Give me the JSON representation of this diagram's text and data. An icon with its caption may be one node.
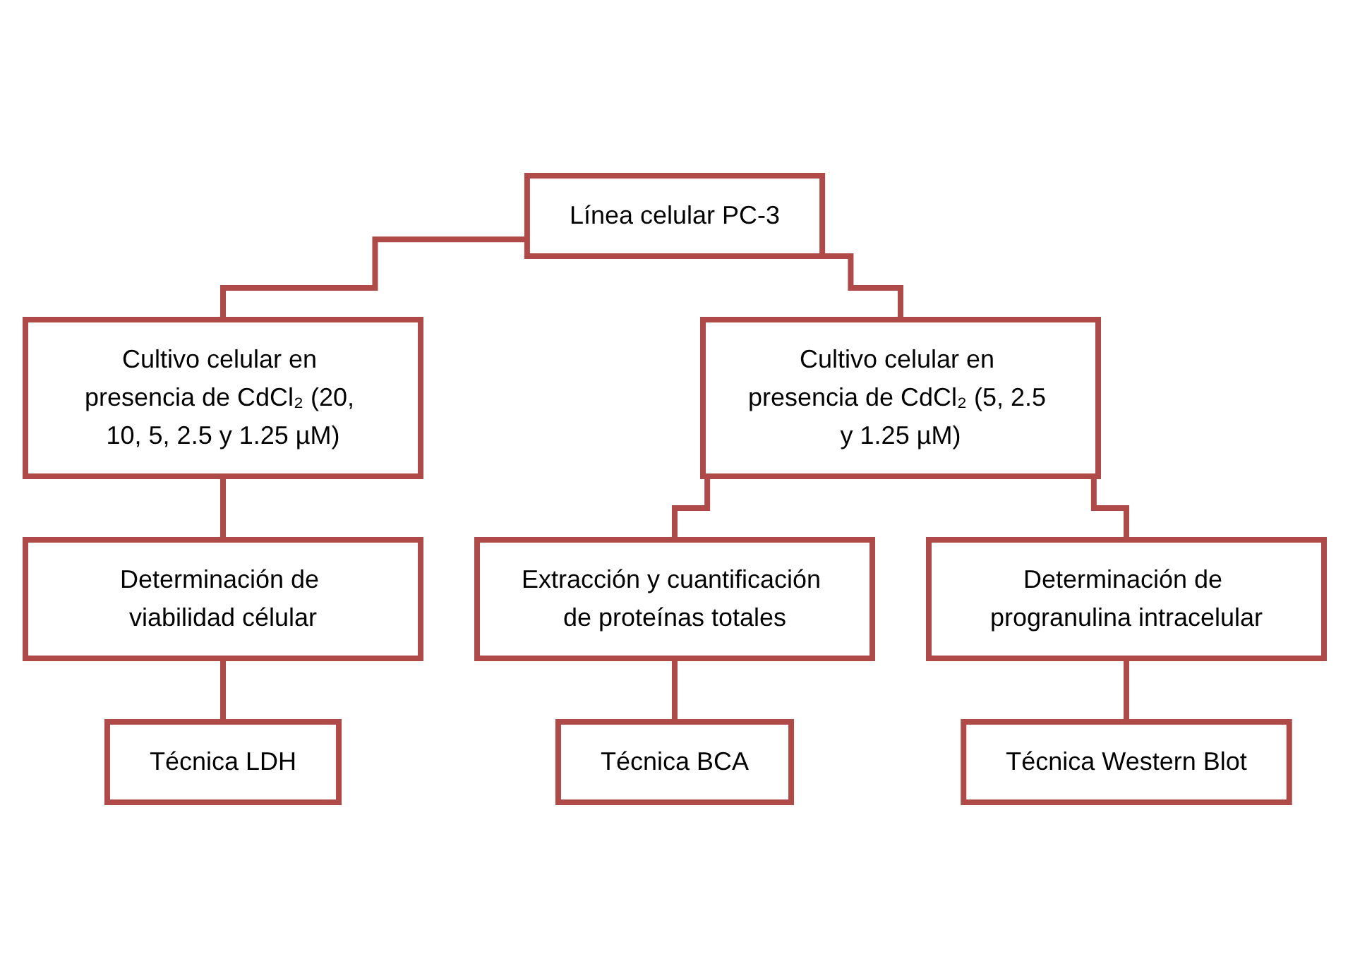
{
  "diagram": {
    "nodes": [
      {
        "text": [
          "Línea celular PC-3"
        ]
      },
      {
        "text": [
          "Cultivo celular en presencia de CdCl₂ (20, 10, 5, 2.5 y 1.25 µM)"
        ]
      },
      {
        "text": [
          "Cultivo celular en presencia de CdCl₂ (5, 2.5 y 1.25 µM)"
        ]
      },
      {
        "text": [
          "Determinación de viabilidad célular"
        ]
      },
      {
        "text": [
          "Extracción y cuantificación de proteínas totales"
        ]
      },
      {
        "text": [
          "Determinación de progranulina intracelular"
        ]
      },
      {
        "text": [
          "Técnica LDH"
        ]
      },
      {
        "text": [
          "Técnica BCA"
        ]
      },
      {
        "text": [
          "Técnica Western Blot"
        ]
      }
    ],
    "edges": [
      {
        "from": 0,
        "to": 1,
        "arrow": "none"
      },
      {
        "from": 0,
        "to": 2,
        "arrow": "none"
      },
      {
        "from": 1,
        "to": 3,
        "arrow": "none"
      },
      {
        "from": 2,
        "to": 4,
        "arrow": "none"
      },
      {
        "from": 2,
        "to": 5,
        "arrow": "none"
      },
      {
        "from": 3,
        "to": 6,
        "arrow": "none"
      },
      {
        "from": 4,
        "to": 7,
        "arrow": "none"
      },
      {
        "from": 5,
        "to": 8,
        "arrow": "none"
      }
    ]
  }
}
